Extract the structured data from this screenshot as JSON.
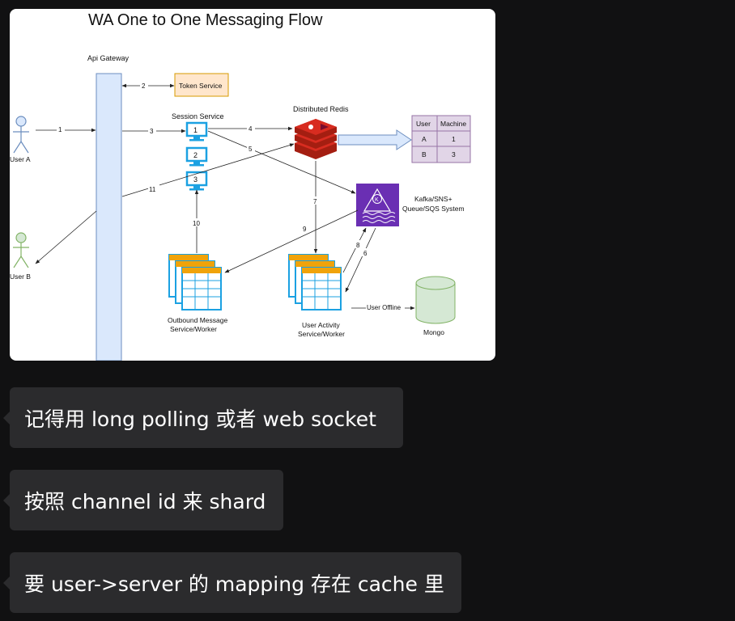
{
  "diagram": {
    "title": "WA One to One Messaging Flow",
    "labels": {
      "api_gateway": "Api Gateway",
      "token_service": "Token Service",
      "session_service": "Session Service",
      "distributed_redis": "Distributed Redis",
      "user_a": "User A",
      "user_b": "User B",
      "kafka_line1": "Kafka/SNS+",
      "kafka_line2": "Queue/SQS System",
      "outbound_line1": "Outbound Message",
      "outbound_line2": "Service/Worker",
      "activity_line1": "User Activity",
      "activity_line2": "Service/Worker",
      "mongo": "Mongo",
      "user_offline": "User Offline"
    },
    "session_nodes": [
      "1",
      "2",
      "3"
    ],
    "kafka_glyph": "K",
    "edge_labels": {
      "e1": "1",
      "e2": "2",
      "e3": "3",
      "e4": "4",
      "e5": "5",
      "e6": "6",
      "e7": "7",
      "e8": "8",
      "e9": "9",
      "e10": "10",
      "e11": "11"
    },
    "mapping_table": {
      "headers": [
        "User",
        "Machine"
      ],
      "rows": [
        [
          "A",
          "1"
        ],
        [
          "B",
          "3"
        ]
      ]
    },
    "colors": {
      "gateway_fill": "#dae8fc",
      "gateway_stroke": "#6c8ebf",
      "token_fill": "#ffe6cc",
      "token_stroke": "#d79b00",
      "session_blue": "#1ba1e2",
      "redis_red": "#d82c20",
      "kafka_purple": "#6a2fb3",
      "table_fill": "#e1d5e7",
      "table_stroke": "#9673a6",
      "mongo_fill": "#d5e8d4",
      "mongo_stroke": "#82b366",
      "user_a": "#6c8ebf",
      "user_b": "#82b366"
    }
  },
  "messages": [
    "记得用 long polling 或者 web socket",
    "按照 channel id 来 shard",
    "要 user->server 的 mapping 存在 cache 里"
  ]
}
